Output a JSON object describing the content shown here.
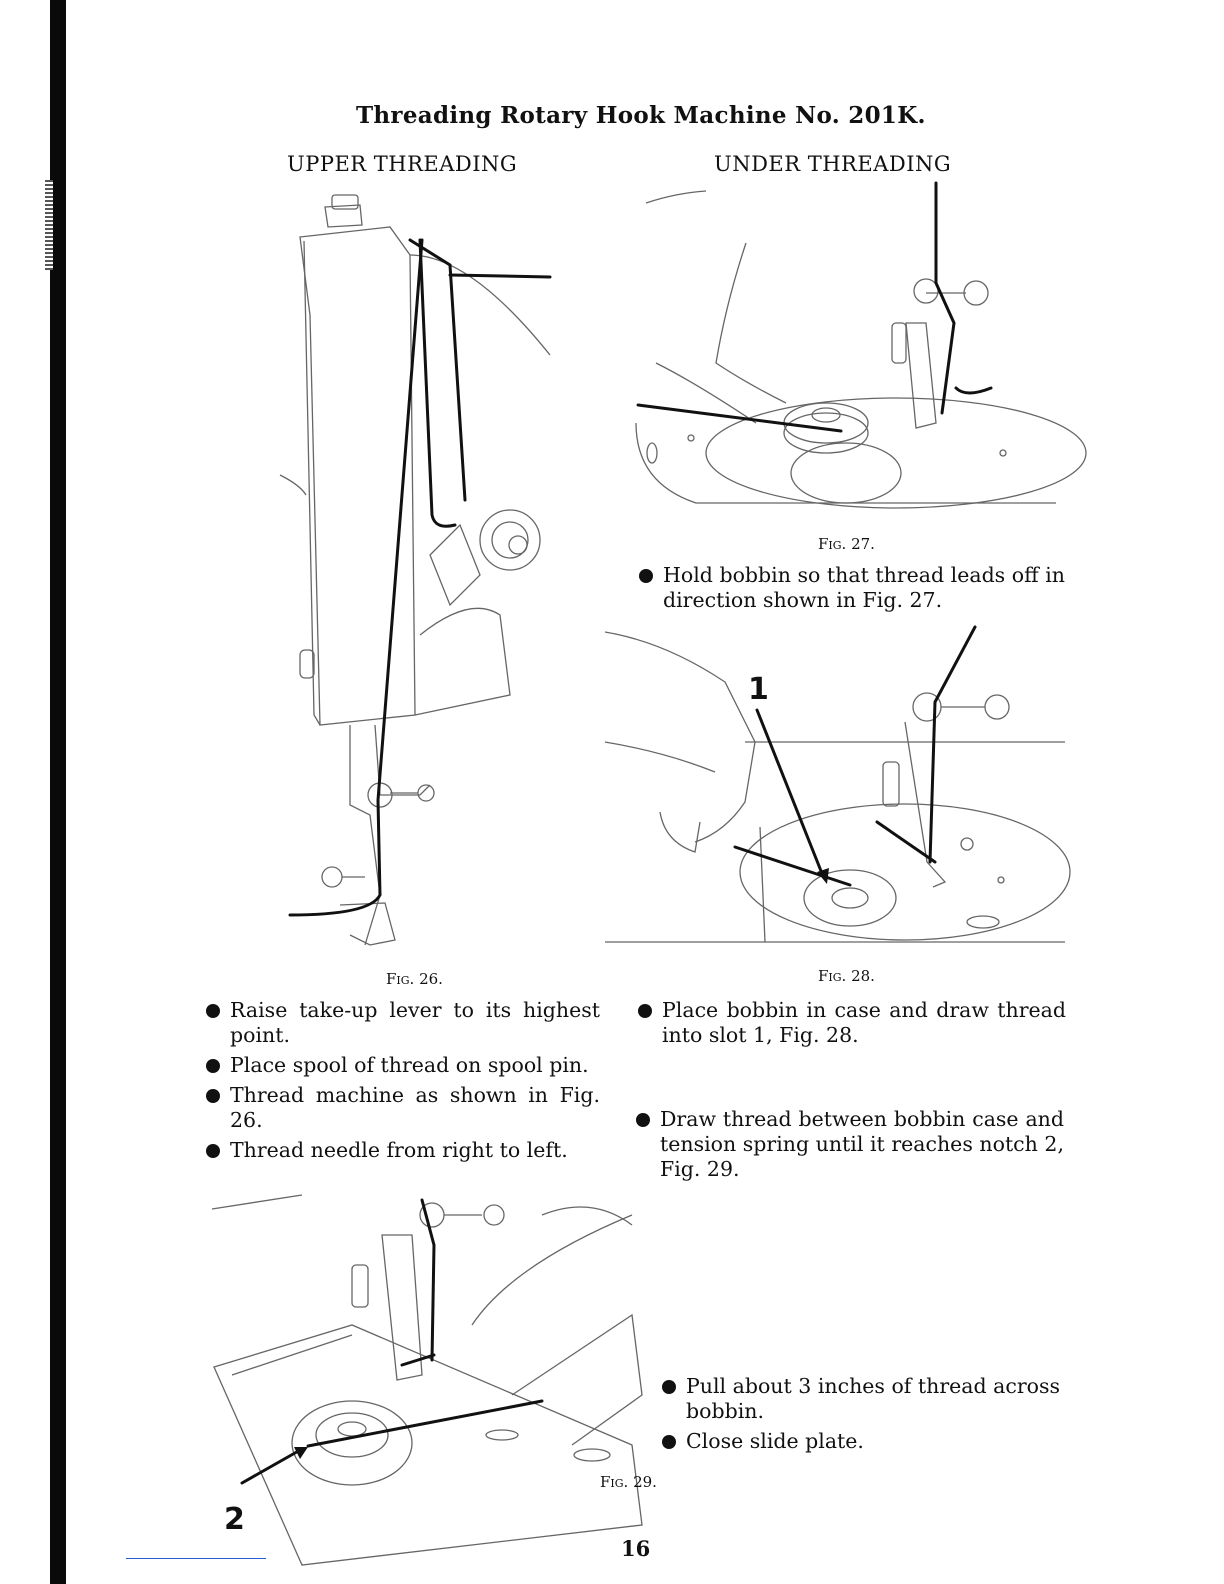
{
  "page": {
    "title": "Threading Rotary Hook Machine No. 201K.",
    "upper_heading": "UPPER THREADING",
    "under_heading": "UNDER THREADING",
    "page_number": "16"
  },
  "figures": {
    "fig26": "Fig. 26.",
    "fig27": "Fig. 27.",
    "fig28": "Fig. 28.",
    "fig29": "Fig. 29.",
    "label_1": "1",
    "label_2": "2"
  },
  "instructions": {
    "fig27_note": "Hold bobbin so that thread leads off in direction shown in Fig. 27.",
    "upper": [
      "Raise take-up lever to its highest point.",
      "Place spool of thread on spool pin.",
      "Thread machine as shown in Fig. 26.",
      "Thread needle from right to left."
    ],
    "under_fig28": "Place bobbin in case and draw thread into slot 1, Fig. 28.",
    "under_fig29": "Draw thread between bobbin case and tension spring until it reaches notch 2, Fig. 29.",
    "final": [
      "Pull about 3 inches of thread across bobbin.",
      "Close slide plate."
    ]
  },
  "icons": {
    "bullet": "filled-circle-bullet",
    "illustrations": [
      "sewing-machine-head-illustration",
      "bobbin-hand-illustration",
      "bobbin-case-illustration",
      "slide-plate-illustration"
    ]
  }
}
